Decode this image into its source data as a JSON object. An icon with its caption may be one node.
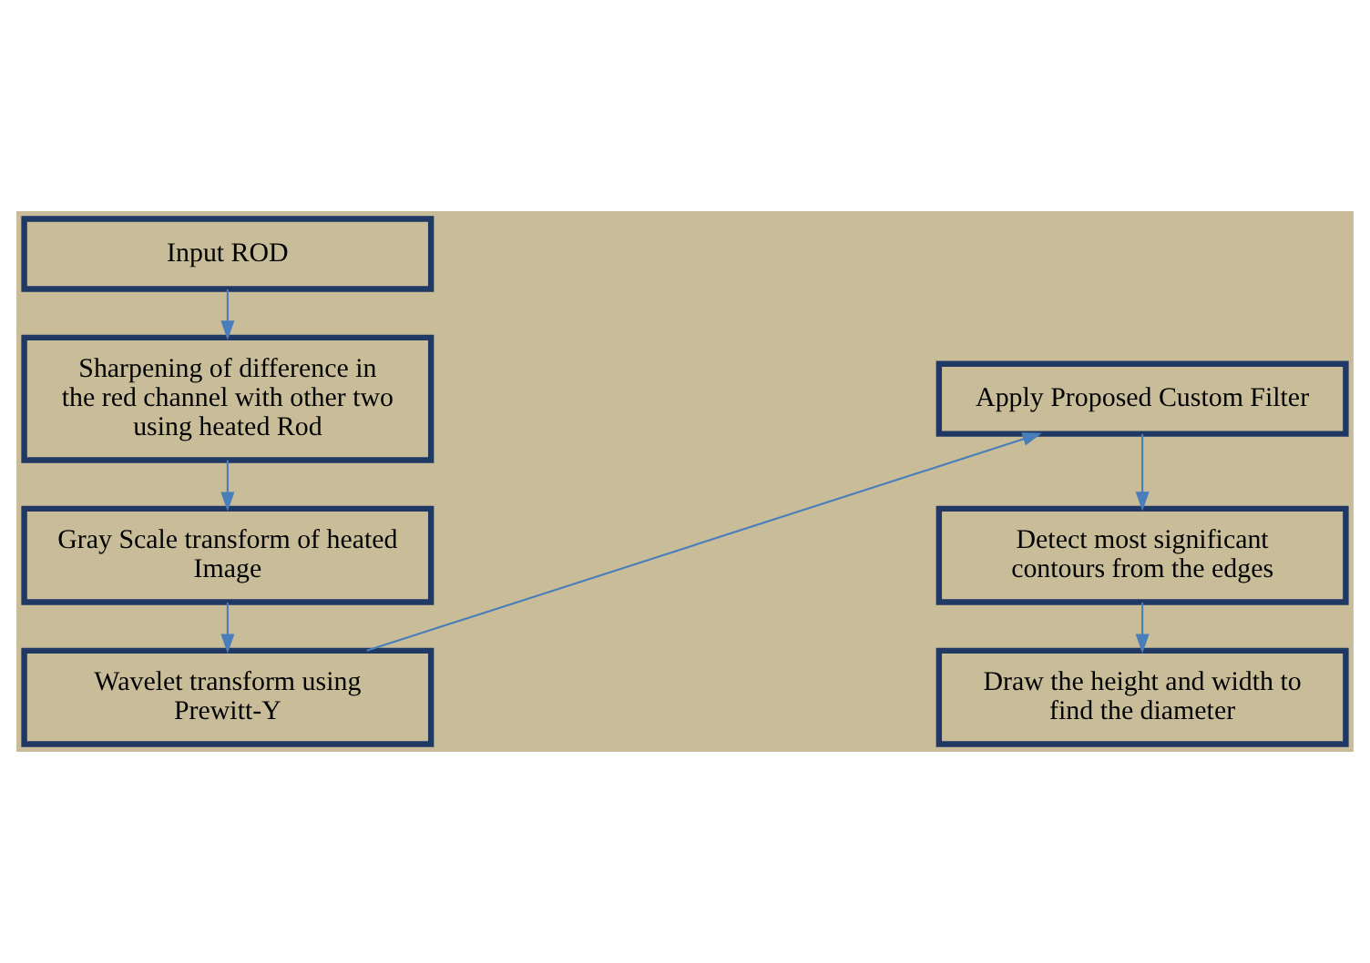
{
  "diagram": {
    "nodes": [
      {
        "text": [
          "Input ROD"
        ]
      },
      {
        "text": [
          "Sharpening of difference in the red channel with other two using heated Rod"
        ]
      },
      {
        "text": [
          "Gray Scale transform of heated Image"
        ]
      },
      {
        "text": [
          "Wavelet transform using Prewitt-Y"
        ]
      },
      {
        "text": [
          "Apply Proposed Custom Filter"
        ]
      },
      {
        "text": [
          "Detect most significant contours from the edges"
        ]
      },
      {
        "text": [
          "Draw the height and width to find the diameter"
        ]
      }
    ],
    "edges": [
      {
        "from": 0,
        "to": 1,
        "arrow": "to"
      },
      {
        "from": 1,
        "to": 2,
        "arrow": "to"
      },
      {
        "from": 2,
        "to": 3,
        "arrow": "to"
      },
      {
        "from": 3,
        "to": 4,
        "arrow": "to"
      },
      {
        "from": 4,
        "to": 5,
        "arrow": "to"
      },
      {
        "from": 5,
        "to": 6,
        "arrow": "to"
      }
    ]
  }
}
